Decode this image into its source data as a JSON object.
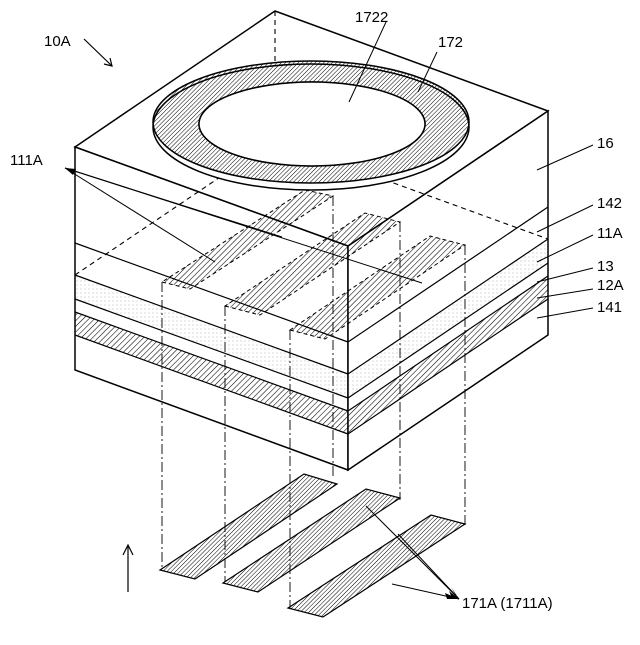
{
  "figure": {
    "labels": {
      "device": "10A",
      "label_1722": "1722",
      "label_172": "172",
      "label_111A": "111A",
      "label_16": "16",
      "label_142": "142",
      "label_11A": "11A",
      "label_13": "13",
      "label_12A": "12A",
      "label_141": "141",
      "label_171A": "171A (1711A)"
    }
  },
  "colors": {
    "line": "#000000",
    "fill": "#ffffff",
    "dots": "#9a9a9a"
  }
}
